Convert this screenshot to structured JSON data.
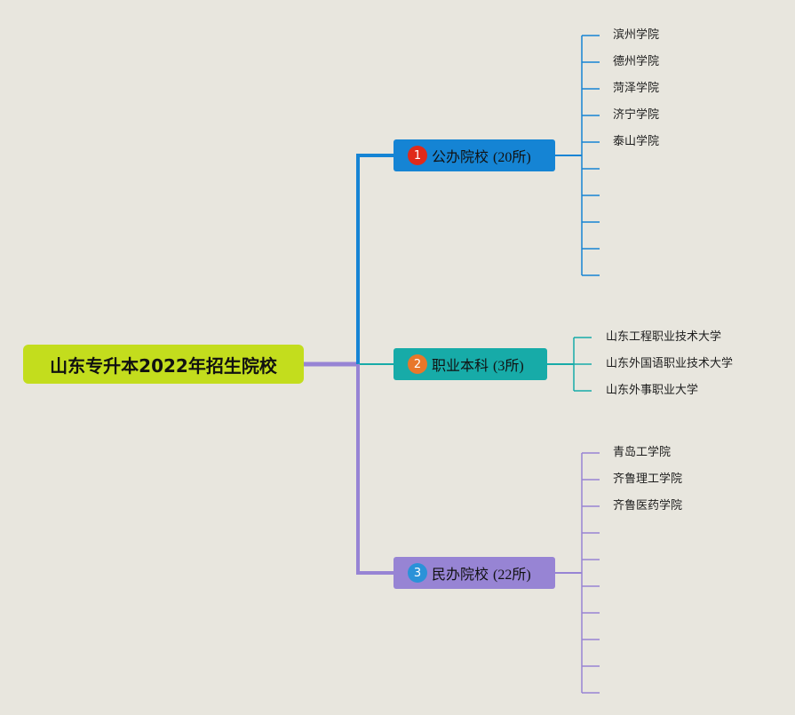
{
  "root": {
    "title": "山东专升本2022年招生院校",
    "color": "#c3dd1d"
  },
  "branches": [
    {
      "num": "1",
      "label": "公办院校",
      "count": "(20所)",
      "color": "#1584d4",
      "badge_color": "#e02a1a",
      "leaves": [
        "滨州学院",
        "德州学院",
        "菏泽学院",
        "济宁学院",
        "泰山学院",
        "",
        "",
        "",
        "",
        ""
      ]
    },
    {
      "num": "2",
      "label": "职业本科",
      "count": "(3所)",
      "color": "#17aba8",
      "badge_color": "#e8772a",
      "leaves": [
        "山东工程职业技术大学",
        "山东外国语职业技术大学",
        "山东外事职业大学"
      ]
    },
    {
      "num": "3",
      "label": "民办院校",
      "count": "(22所)",
      "color": "#9784d4",
      "badge_color": "#2a92d8",
      "leaves": [
        "青岛工学院",
        "齐鲁理工学院",
        "齐鲁医药学院",
        "",
        "",
        "",
        "",
        "",
        "",
        ""
      ]
    }
  ]
}
